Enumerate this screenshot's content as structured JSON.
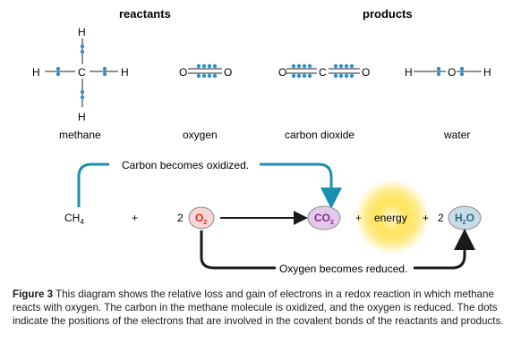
{
  "headers": {
    "reactants": "reactants",
    "products": "products"
  },
  "atoms": {
    "H": "H",
    "C": "C",
    "O": "O"
  },
  "names": {
    "methane": "methane",
    "oxygen": "oxygen",
    "carbon_dioxide": "carbon dioxide",
    "water": "water"
  },
  "equation": {
    "ch4": "CH",
    "ch4_sub": "4",
    "plus": "+",
    "coef2": "2",
    "o2": "O",
    "o2_sub": "2",
    "co2": "CO",
    "co2_sub": "2",
    "energy": "energy",
    "h2o_h": "H",
    "h2o_sub": "2",
    "h2o_o": "O"
  },
  "annotations": {
    "oxidized": "Carbon becomes oxidized.",
    "reduced": "Oxygen becomes reduced."
  },
  "caption": {
    "label": "Figure 3",
    "text": "This diagram shows the relative loss and gain of electrons in a redox reaction in which methane reacts with oxygen. The carbon in the methane molecule is oxidized, and the oxygen is reduced. The dots indicate the positions of the electrons that are involved in the covalent bonds of the reactants and products."
  },
  "colors": {
    "electron": "#2f8fc9",
    "arrow_teal": "#1a8fb0",
    "o2_fill": "#f7d6d6",
    "o2_text": "#d42a1e",
    "co2_fill": "#e3c9ea",
    "co2_text": "#8a2a9a",
    "h2o_fill": "#c9dde6",
    "h2o_text": "#2a6a8a",
    "glow": "#ffd200"
  }
}
